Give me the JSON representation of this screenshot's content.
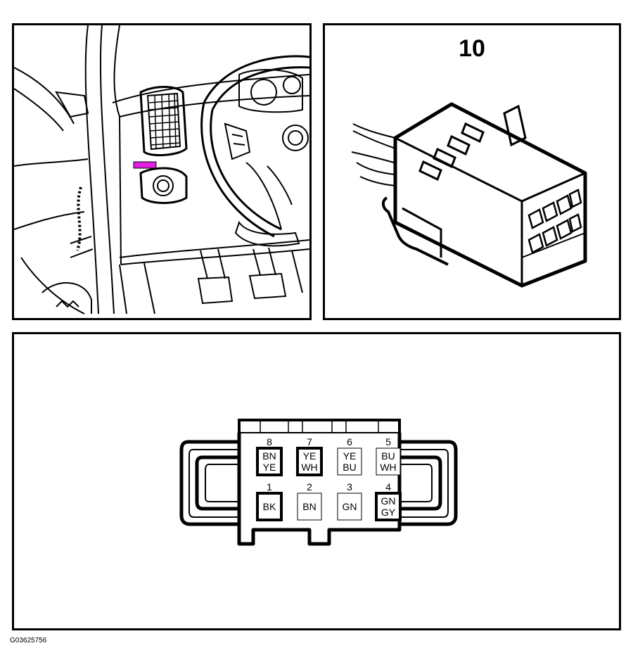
{
  "connector": {
    "number": "10",
    "pins": [
      {
        "num": "8",
        "wire": [
          "BN",
          "YE"
        ],
        "highlighted": true
      },
      {
        "num": "7",
        "wire": [
          "YE",
          "WH"
        ],
        "highlighted": true
      },
      {
        "num": "6",
        "wire": [
          "YE",
          "BU"
        ],
        "highlighted": false
      },
      {
        "num": "5",
        "wire": [
          "BU",
          "WH"
        ],
        "highlighted": false
      },
      {
        "num": "1",
        "wire": [
          "BK"
        ],
        "highlighted": true
      },
      {
        "num": "2",
        "wire": [
          "BN"
        ],
        "highlighted": false
      },
      {
        "num": "3",
        "wire": [
          "GN"
        ],
        "highlighted": false
      },
      {
        "num": "4",
        "wire": [
          "GN",
          "GY"
        ],
        "highlighted": true
      }
    ]
  },
  "location_marker_color": "#e020e0",
  "figure_id": "G03625756"
}
